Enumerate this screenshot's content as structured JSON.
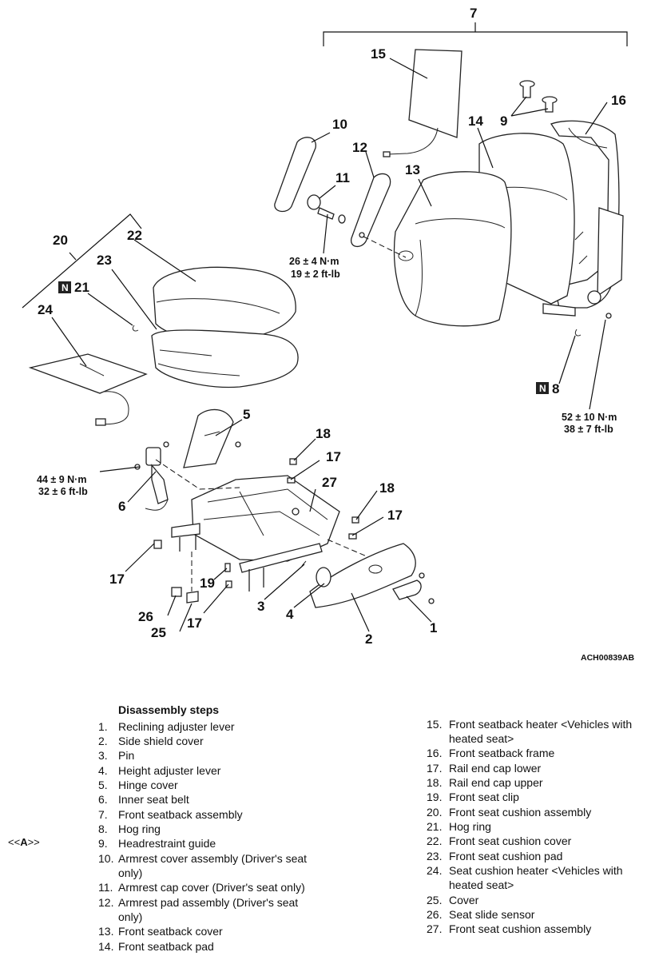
{
  "figure_id": "ACH00839AB",
  "callouts": {
    "c1": "1",
    "c2": "2",
    "c3": "3",
    "c4": "4",
    "c5": "5",
    "c6": "6",
    "c7": "7",
    "c8": "8",
    "c9": "9",
    "c10": "10",
    "c11": "11",
    "c12": "12",
    "c13": "13",
    "c14": "14",
    "c15": "15",
    "c16": "16",
    "c17a": "17",
    "c17b": "17",
    "c17c": "17",
    "c17d": "17",
    "c18a": "18",
    "c18b": "18",
    "c19": "19",
    "c20": "20",
    "c21": "21",
    "c22": "22",
    "c23": "23",
    "c24": "24",
    "c25": "25",
    "c26": "26",
    "c27": "27"
  },
  "torques": {
    "armrest": {
      "nm": "26 ± 4 N·m",
      "ftlb": "19 ± 2 ft-lb"
    },
    "seatback_frame": {
      "nm": "52 ± 10 N·m",
      "ftlb": "38 ± 7 ft-lb"
    },
    "belt": {
      "nm": "44 ± 9 N·m",
      "ftlb": "32 ± 6 ft-lb"
    }
  },
  "badges": {
    "b8": "N",
    "b21": "N"
  },
  "steps_title": "Disassembly steps",
  "step_tag": {
    "open": "<<",
    "letter": "A",
    "close": ">>"
  },
  "steps_left": [
    {
      "n": "1.",
      "t": "Reclining adjuster lever"
    },
    {
      "n": "2.",
      "t": "Side shield cover"
    },
    {
      "n": "3.",
      "t": "Pin"
    },
    {
      "n": "4.",
      "t": "Height adjuster lever"
    },
    {
      "n": "5.",
      "t": "Hinge cover"
    },
    {
      "n": "6.",
      "t": "Inner seat belt"
    },
    {
      "n": "7.",
      "t": "Front seatback assembly"
    },
    {
      "n": "8.",
      "t": "Hog ring"
    },
    {
      "n": "9.",
      "t": "Headrestraint guide"
    },
    {
      "n": "10.",
      "t": "Armrest cover assembly (Driver's seat only)"
    },
    {
      "n": "11.",
      "t": "Armrest cap cover (Driver's seat only)"
    },
    {
      "n": "12.",
      "t": "Armrest pad assembly (Driver's seat only)"
    },
    {
      "n": "13.",
      "t": "Front seatback cover"
    },
    {
      "n": "14.",
      "t": "Front seatback pad"
    }
  ],
  "steps_right": [
    {
      "n": "15.",
      "t": "Front seatback heater <Vehicles with heated seat>"
    },
    {
      "n": "16.",
      "t": "Front seatback frame"
    },
    {
      "n": "17.",
      "t": "Rail end cap lower"
    },
    {
      "n": "18.",
      "t": "Rail end cap upper"
    },
    {
      "n": "19.",
      "t": "Front seat clip"
    },
    {
      "n": "20.",
      "t": "Front seat cushion assembly"
    },
    {
      "n": "21.",
      "t": "Hog ring"
    },
    {
      "n": "22.",
      "t": "Front seat cushion cover"
    },
    {
      "n": "23.",
      "t": "Front seat cushion pad"
    },
    {
      "n": "24.",
      "t": "Seat cushion heater <Vehicles with heated seat>"
    },
    {
      "n": "25.",
      "t": "Cover"
    },
    {
      "n": "26.",
      "t": "Seat slide sensor"
    },
    {
      "n": "27.",
      "t": "Front seat cushion assembly"
    }
  ]
}
